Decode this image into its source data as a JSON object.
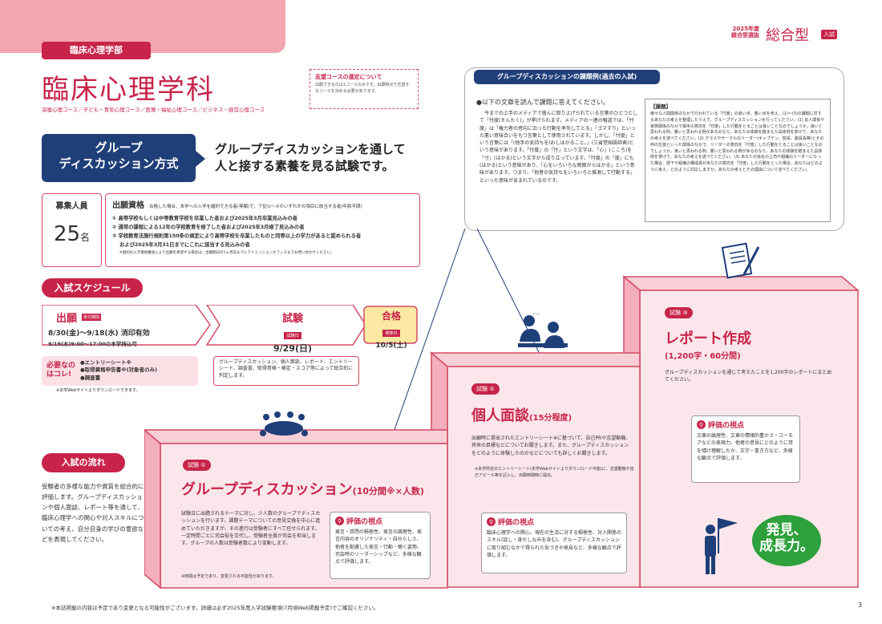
{
  "header": {
    "year": "2025年度",
    "exam_category": "総合型選抜",
    "type_label": "総合型",
    "badge": "入試"
  },
  "department": {
    "faculty": "臨床心理学部",
    "name": "臨床心理学科",
    "courses": "深層心理コース／子ども・青年心理コース／医療・福祉心理コース／ビジネス・経営心理コース"
  },
  "course_note": {
    "title": "志望コースの選定について",
    "body": "出願できるのは1コースのみです。出願時点で志望するコースを決める必要があります。"
  },
  "method": {
    "label_line1": "グループ",
    "label_line2": "ディスカッション方式",
    "tagline_line1": "グループディスカッションを通して",
    "tagline_line2": "人と接する素養を見る試験です。"
  },
  "capacity": {
    "label": "募集人員",
    "number": "25",
    "unit": "名"
  },
  "eligibility": {
    "title": "出願資格",
    "intro": "合格した場合、本学への入学を確約できる者(専願)で、下記①〜③のいずれかの項目に該当する者(年齢不問)",
    "items": [
      "① 高等学校もしくは中等教育学校を卒業した者および2025年3月卒業見込みの者",
      "② 通常の課程による12年の学校教育を修了した者および2025年3月修了見込みの者",
      "③ 学校教育法施行規則第150条の規定により高等学校を卒業したものと同等以上の学力があると認められる者",
      "および2025年3月31日までにこれに該当する見込みの者"
    ],
    "note": "※個別の入学資格審査により出願を希望する場合は、出願期日の1ヶ月前までにアドミッションオフィスまでお問い合わせください。"
  },
  "schedule": {
    "title": "入試スケジュール",
    "application": {
      "title": "出願",
      "tag": "受付期間",
      "dates": "8/30(金)〜9/18(水) 消印有効",
      "walkin": "9/19(木)9:00〜17:00の本学持込可"
    },
    "exam": {
      "title": "試験",
      "tag": "試験日",
      "date": "9/29(日)",
      "desc": "グループディスカッション、個人面談、レポート、エントリーシート、調査書、取得資格・検定・スコア等によって総合的に判定します。"
    },
    "result": {
      "title": "合格",
      "tag": "発表日",
      "date": "10/5(土)"
    },
    "required_label_1": "必要なの",
    "required_label_2": "はコレ!",
    "required_items": [
      "●エントリーシート※",
      "●取得資格申告書※(対象者のみ)",
      "●調査書"
    ],
    "download_note": "※本学Webサイトよりダウンロードできます。"
  },
  "flow": {
    "title": "入試の流れ",
    "body": "受験者の多様な能力や資質を総合的に評価します。グループディスカッションや個人面談、レポート等を通して、臨床心理学への関心や対人スキルについての考え、自分自身の学びの意欲などを表現してください。"
  },
  "example": {
    "title": "グループディスカッションの課題例(過去の入試)",
    "lead": "●以下の文章を読んで課題に答えてください。",
    "text": "今までの上手のメディアで盛んに取り上げられている言葉のひとつとして「忖度(そんたく)」が挙げられます。メディアの一連の報道では、「忖度」は「権力者の意向に沿った行動を率先してとる」「ゴマすり」といった悪い意味合いをもつ言葉として使用されています。しかし、「忖度」という言葉には「(他手の気持ちを)おしはかること。」(三省堂国語辞典)という意味があります。「忖度」の「忖」という文字は、「心」(こころ)を「寸」(はかる)という文字から成り立っています。「忖度」の「度」にも(はかる)という意味があり、「心をいろいろな側面からはかる」という意味があります。つまり、「他者の気持ちをいろいろと推測して行動する」といった意味が含まれているのです。",
    "task_title": "【課題】",
    "task_body": "様々な人間関係のなかで行われている「忖度」の良い点、悪い点を考え、(1)〜(3)の課題に対するあなたの考えを整理したうえで、グループディスカッションを行ってください。(1) 友人関係や家族関係のなかで相手の意向を「忖度」した行動をとることは良いことなのでしょうか。良いと思われる例、悪いと思われる例があるのなら、あなたの体験を踏まえた具体例を挙げて、あなたの考えを述べてください。(2) クラスやサークルのリーダー(キャプテン、部長、委員長等)とその仲の生徒といった関係のなかで、リーダーの意向を「忖度」した行動をとることは良いことなのでしょうか。良いと思われる例、悪いと思われる例があるのなら、あなたの体験を踏まえた具体例を挙げて、あなたの考えを述べてください。(3) あなたが会社の上司や組織のリーダーになった場合、部下や組織の構成員があなたの意向を「忖度」した行動をとった場合、あなたはどのように考え、どのように対応しますか。あなたの考えとその理由について述べてください。"
  },
  "exams": [
    {
      "tag": "試験 ①",
      "title": "グループディスカッション",
      "sub": "(10分間※×人数)",
      "desc": "試験日に出題されるテーマに対し、少人数のグループでディスカッションを行います。課題テーマについての意見交換を中心に進めていただきますが、その進行は受験者にすべて任せられます。一定時間ごとに司会役を交代し、受験者全員が司会を担当します。グループの人数は受験者数により変動します。",
      "note": "※時間は予定であり、変更される可能性があります。",
      "eval_title": "評価の視点",
      "eval_body": "発言・質問の積極性、発言の論理性、発言内容のオリジナリティ・自分らしさ、他者を配慮した発言・行動・聴く姿勢、司会時のリーダーシップなど、多様な観点で評価します。"
    },
    {
      "tag": "試験 ②",
      "title": "個人面談",
      "sub": "(15分程度)",
      "desc": "出願時に提出されたエントリーシート※に基づいて、自己PRや志望動機、将来の目標などについてお聞きします。また、グループディスカッションをどのように体験したのかなどについても詳しくお聞きします。",
      "note": "※本学所定のエントリーシート(本学Webサイトよりダウンロード可能)に、志望動機や自己アピール等を記入し、出願時期時に提出。",
      "eval_title": "評価の視点",
      "eval_body": "臨床心理学への関心、現在の生活に対する積極性、対人関係のスキル(話し・身だしなみを含む)、グループディスカッションに取り組むなかで得られた気づきや発見など、多様な観点で評価します。"
    },
    {
      "tag": "試験 ③",
      "title": "レポート作成",
      "sub": "(1,200字・60分間)",
      "desc": "グループディスカッションを通じて考えたことを1,200字のレポートにまとめてください。",
      "eval_title": "評価の視点",
      "eval_body": "文章の論理性、文章の情緒的豊かさ・ユーモアなどの表現力、他者の意見にどのように耳を傾け理解したか、文字・書き方など、多様な観点で評価します。"
    }
  ],
  "slogan_line1": "発見、",
  "slogan_line2": "成長力。",
  "footer": {
    "note": "※本誌掲載の内容は予定であり変更となる可能性がございます。詳細は必ず2025年度入学試験要項(7月頃Web掲載予定)でご確認ください。",
    "page": "3"
  }
}
